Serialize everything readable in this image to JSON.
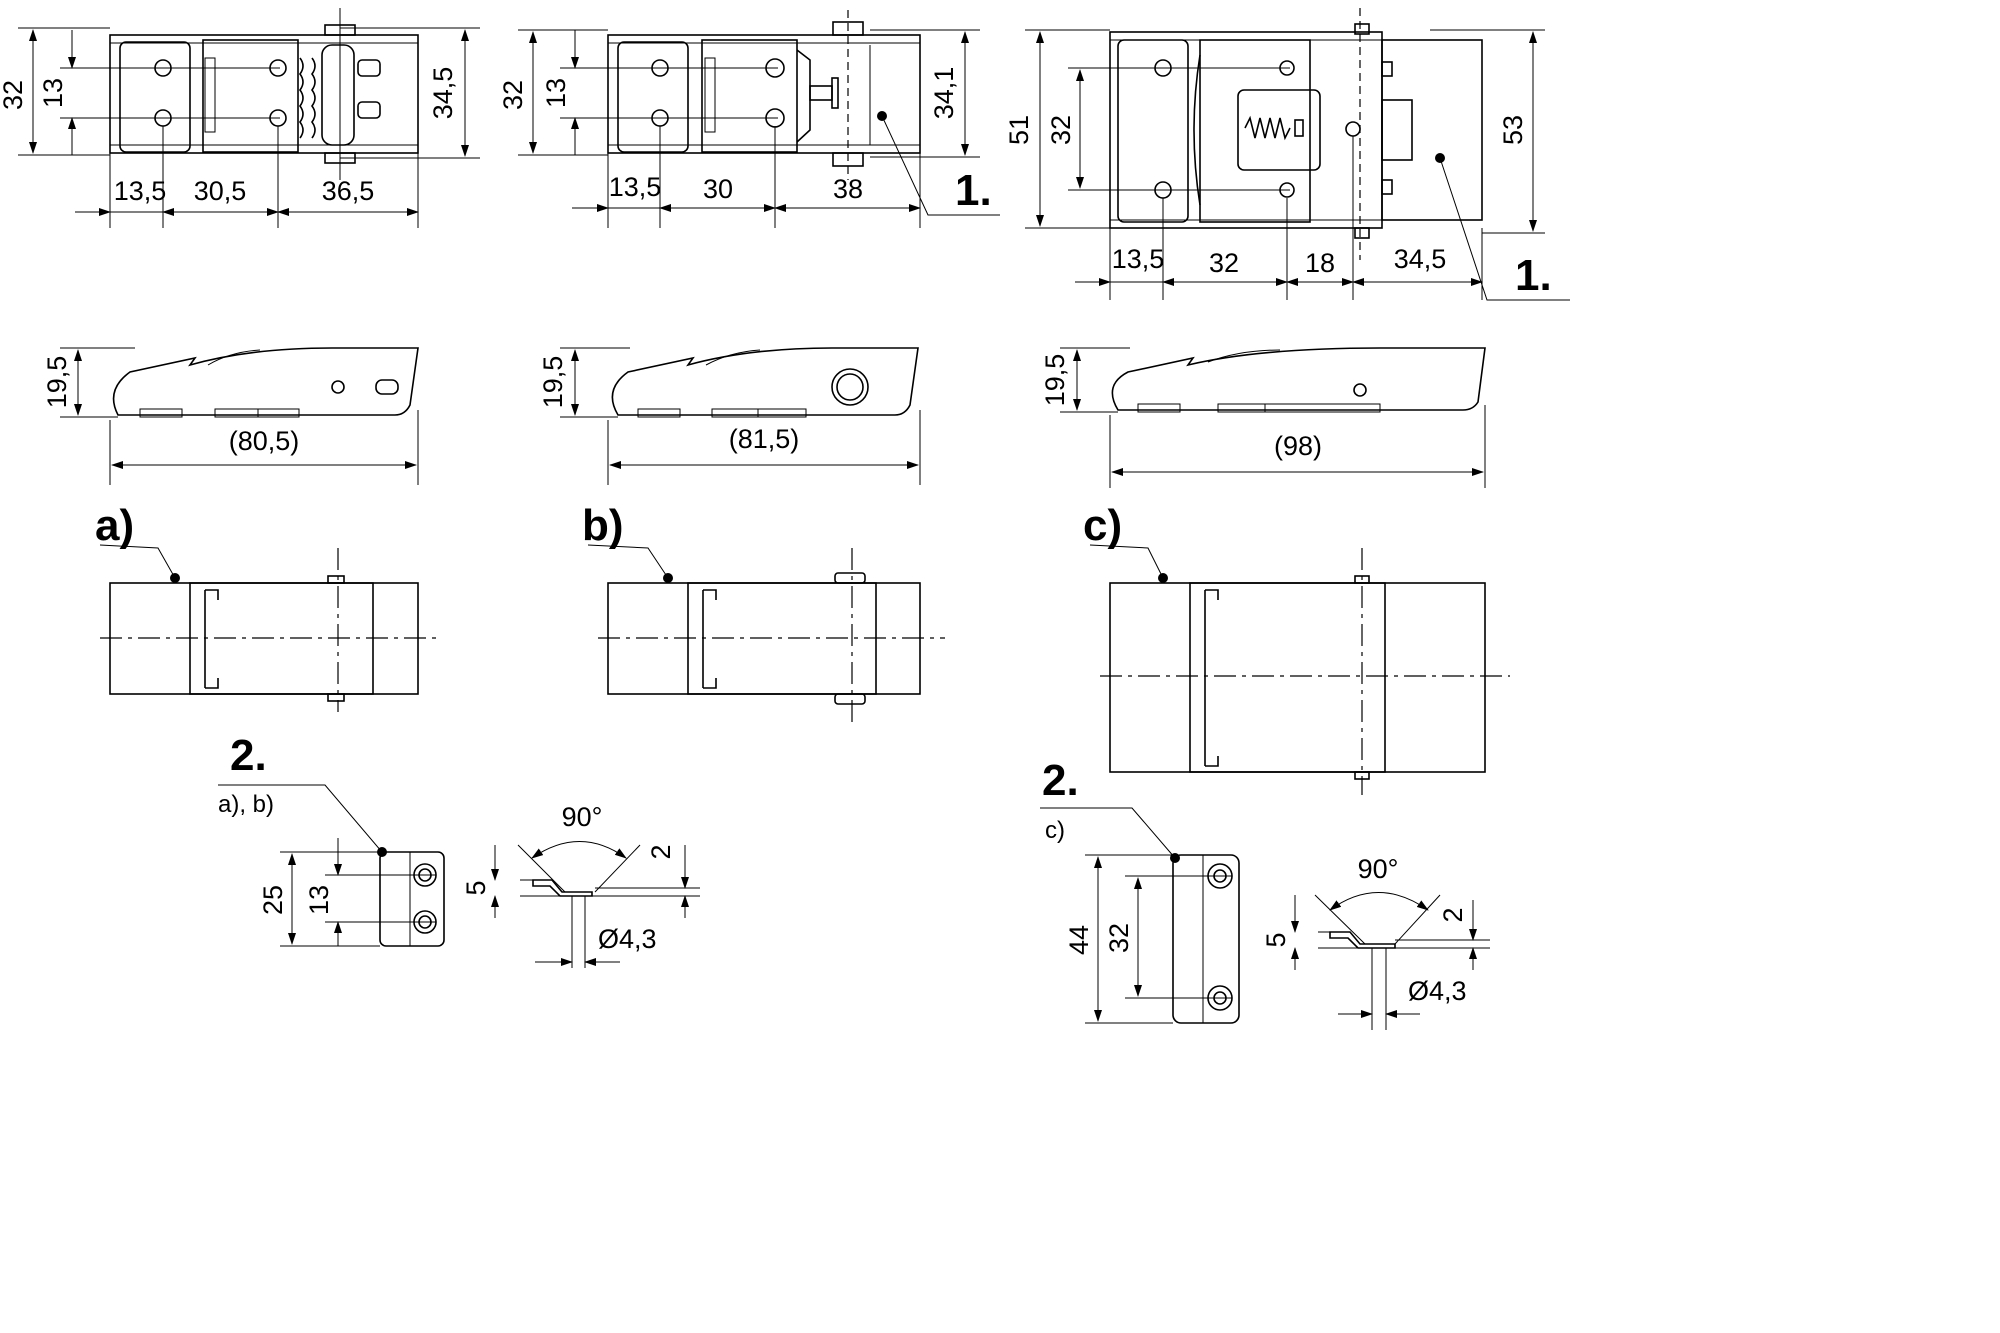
{
  "drawing": {
    "variant_labels": {
      "a": "a)",
      "b": "b)",
      "c": "c)"
    },
    "callouts": {
      "one": "1.",
      "two": "2."
    },
    "plate_labels": {
      "ab": "a), b)",
      "c": "c)"
    },
    "view_a_top": {
      "h_outer": "32",
      "h_inner": "13",
      "h_right": "34,5",
      "w1": "13,5",
      "w2": "30,5",
      "w3": "36,5"
    },
    "view_b_top": {
      "h_outer": "32",
      "h_inner": "13",
      "h_right": "34,1",
      "w1": "13,5",
      "w2": "30",
      "w3": "38"
    },
    "view_c_top": {
      "h_outer": "51",
      "h_inner": "32",
      "h_right": "53",
      "w1": "13,5",
      "w2": "32",
      "w3": "18",
      "w4": "34,5"
    },
    "side_views": {
      "a": {
        "height": "19,5",
        "length": "(80,5)"
      },
      "b": {
        "height": "19,5",
        "length": "(81,5)"
      },
      "c": {
        "height": "19,5",
        "length": "(98)"
      }
    },
    "plate_ab": {
      "h_outer": "25",
      "h_inner": "13",
      "angle": "90°",
      "thick": "5",
      "depth": "2",
      "hole": "Ø4,3"
    },
    "plate_c": {
      "h_outer": "44",
      "h_inner": "32",
      "angle": "90°",
      "thick": "5",
      "depth": "2",
      "hole": "Ø4,3"
    }
  }
}
